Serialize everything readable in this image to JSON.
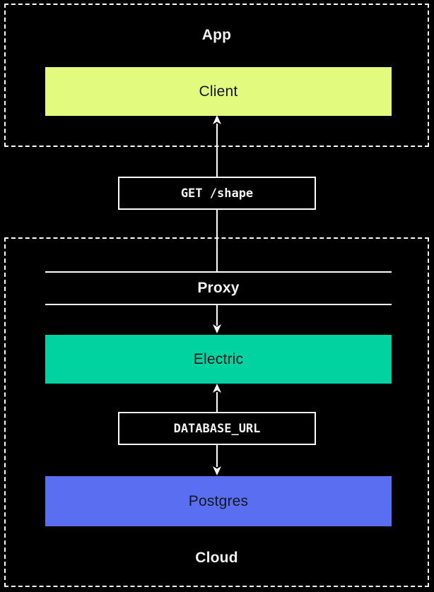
{
  "diagram": {
    "app_group": {
      "label": "App",
      "client_label": "Client"
    },
    "request_label_box": {
      "text": "GET /shape"
    },
    "cloud_group": {
      "label": "Cloud",
      "proxy_label": "Proxy",
      "electric_label": "Electric",
      "database_url_text": "DATABASE_URL",
      "postgres_label": "Postgres"
    },
    "connections": [
      {
        "from": "get-shape-label",
        "to": "client",
        "arrow": "up"
      },
      {
        "from": "get-shape-label",
        "to": "proxy",
        "arrow": "none"
      },
      {
        "from": "proxy",
        "to": "electric",
        "arrow": "down"
      },
      {
        "from": "database-url-label",
        "to": "electric",
        "arrow": "up"
      },
      {
        "from": "database-url-label",
        "to": "postgres",
        "arrow": "down"
      }
    ]
  },
  "colors": {
    "background": "#000000",
    "line": "#ffffff",
    "client": "#e2fb7e",
    "electric": "#00d2a0",
    "postgres": "#5a6ef2",
    "dark_text": "#14171c",
    "light_text": "#f2f2f2"
  }
}
